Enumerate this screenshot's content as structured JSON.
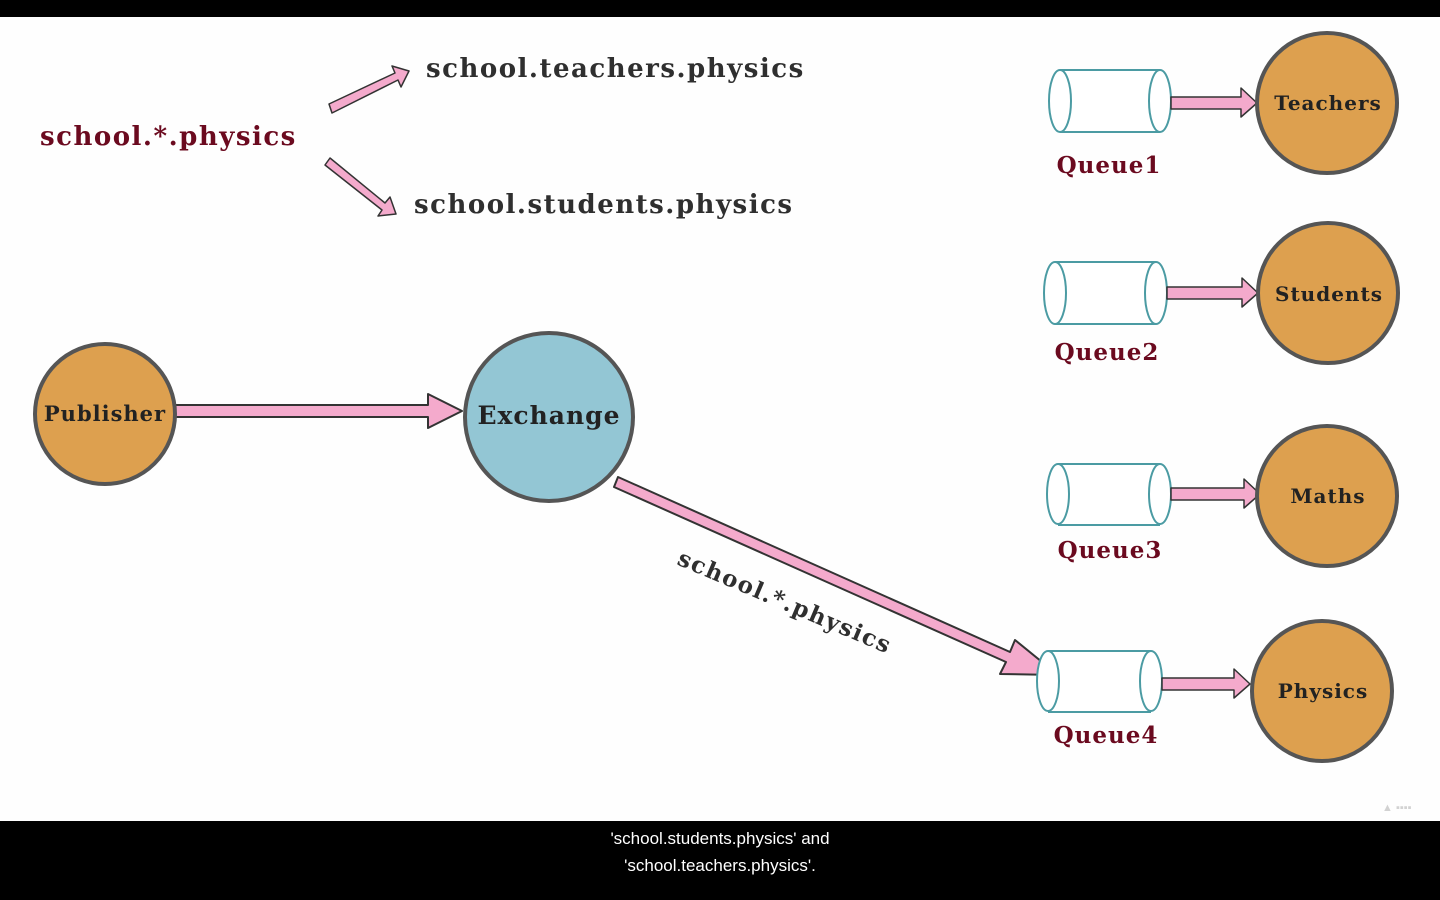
{
  "diagram": {
    "routing_key_title": "school.*.physics",
    "match_one": "school.teachers.physics",
    "match_two": "school.students.physics",
    "publisher": "Publisher",
    "exchange": "Exchange",
    "binding_label": "school.*.physics",
    "queues": [
      {
        "label": "Queue1",
        "consumer": "Teachers"
      },
      {
        "label": "Queue2",
        "consumer": "Students"
      },
      {
        "label": "Queue3",
        "consumer": "Maths"
      },
      {
        "label": "Queue4",
        "consumer": "Physics"
      }
    ]
  },
  "colors": {
    "orange_node": "#DDA04F",
    "exchange_node": "#93C6D4",
    "arrow_pink": "#F4AACC",
    "queue_stroke": "#4B9BA3",
    "maroon_text": "#6B0A1F"
  },
  "subtitle": {
    "line1": "'school.students.physics' and",
    "line2": "'school.teachers.physics'."
  }
}
